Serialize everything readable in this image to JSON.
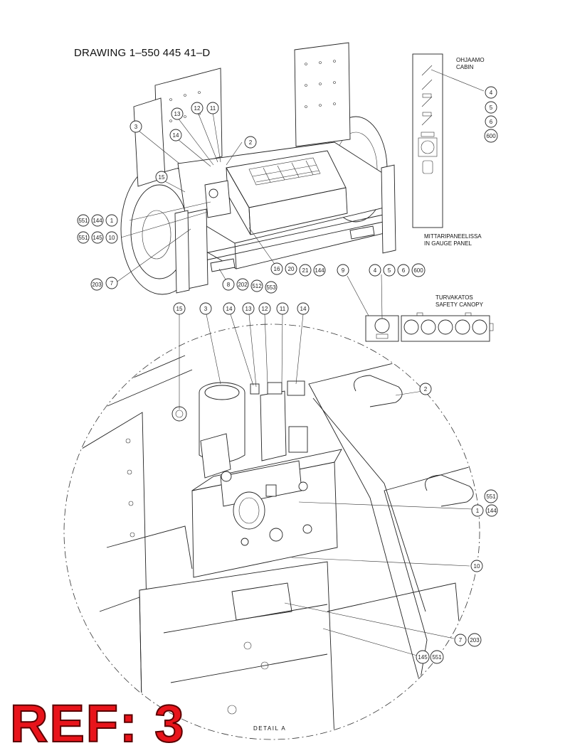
{
  "drawing_title": "DRAWING 1–550 445 41–D",
  "labels": {
    "cabin": [
      "OHJAAMO",
      "CABIN"
    ],
    "gauge_panel": [
      "MITTARIPANEELISSA",
      "IN GAUGE PANEL"
    ],
    "safety_canopy": [
      "TURVAKATOS",
      "SAFETY CANOPY"
    ]
  },
  "detail_label": "DETAIL A",
  "ref_label": "REF: 3",
  "balloons": {
    "b3_top": "3",
    "b13_top": "13",
    "b12_top": "12",
    "b11_top": "11",
    "b14_top": "14",
    "b2_top": "2",
    "b15_top": "15",
    "b551_a": "551",
    "b144_a": "144",
    "b1_a": "1",
    "b551_b": "551",
    "b145_a": "145",
    "b10_a": "10",
    "b203_a": "203",
    "b7_a": "7",
    "b8": "8",
    "b202": "202",
    "b512": "512",
    "b553": "553",
    "b16": "16",
    "b20": "20",
    "b21": "21",
    "b144_b": "144",
    "b9": "9",
    "b4_c": "4",
    "b5_c": "5",
    "b6_c": "6",
    "b600_c": "600",
    "b4_r": "4",
    "b5_r": "5",
    "b6_r": "6",
    "b600_r": "600",
    "d15": "15",
    "d3": "3",
    "d14a": "14",
    "d13": "13",
    "d12": "12",
    "d11": "11",
    "d14b": "14",
    "d2": "2",
    "d551": "551",
    "d1": "1",
    "d144": "144",
    "d10": "10",
    "d7": "7",
    "d203": "203",
    "d145": "145",
    "d551b": "551"
  },
  "colors": {
    "ref_text": "#e8141b",
    "line": "#222222"
  }
}
